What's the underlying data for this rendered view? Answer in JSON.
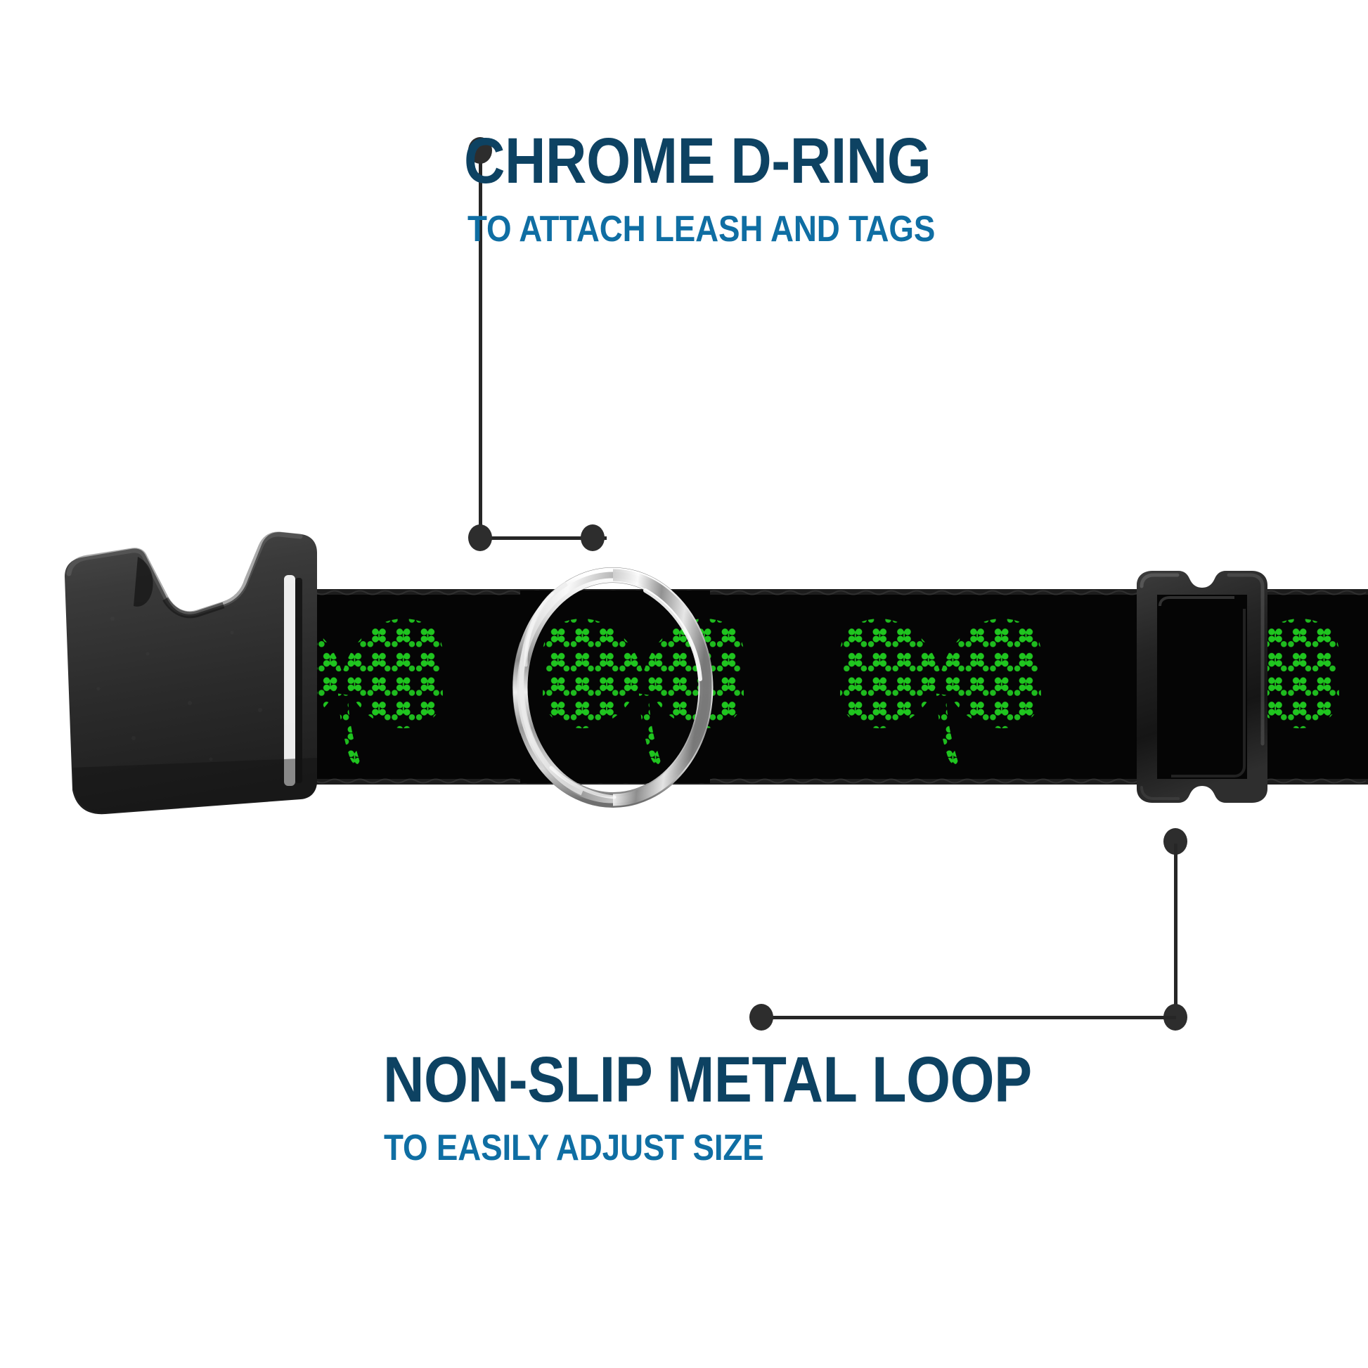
{
  "page": {
    "background_color": "#ffffff",
    "product": "dog collar infographic"
  },
  "theme": {
    "title_color": "#0d4262",
    "subtitle_color": "#0f6ea3",
    "leader_color": "#262626",
    "webbing_color": "#050505",
    "shamrock_green": "#1fc51f",
    "shamrock_green_dark": "#119211",
    "chrome_light": "#f2f2f2",
    "chrome_mid": "#a8a8a8",
    "chrome_dark": "#5a5a5a",
    "buckle_black": "#2b2b2b",
    "loop_black": "#1c1c1c"
  },
  "callouts": [
    {
      "id": "chrome-d-ring",
      "title": "CHROME D-RING",
      "subtitle": "TO ATTACH LEASH AND TAGS"
    },
    {
      "id": "non-slip-metal-loop",
      "title": "NON-SLIP METAL LOOP",
      "subtitle": "TO EASILY ADJUST SIZE"
    }
  ],
  "hardware": [
    {
      "id": "side-release-buckle",
      "label": "side-release buckle",
      "material": "black plastic"
    },
    {
      "id": "d-ring",
      "label": "D-ring",
      "material": "chrome"
    },
    {
      "id": "tri-glide-loop",
      "label": "non-slip metal loop",
      "material": "black metal"
    }
  ],
  "webbing": {
    "pattern": "four-leaf clover shamrocks on black",
    "base_color": "#050505",
    "motif_color": "#1fc51f"
  }
}
